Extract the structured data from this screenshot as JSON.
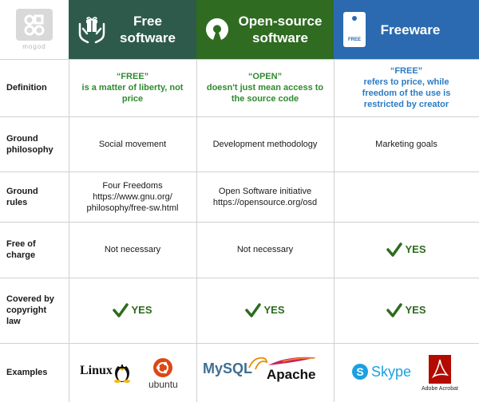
{
  "brand": {
    "name": "mogod"
  },
  "columns": [
    {
      "title_line1": "Free",
      "title_line2": "software",
      "color": "#2e5a4c"
    },
    {
      "title_line1": "Open-source",
      "title_line2": "software",
      "color": "#2f6b21"
    },
    {
      "title_line1": "Freeware",
      "color": "#2b6ab0",
      "tag_text": "FREE"
    }
  ],
  "rows": {
    "definition": {
      "label": "Definition",
      "free": {
        "quote": "“FREE”",
        "line1": "is a matter of liberty, not",
        "line2": "price"
      },
      "open": {
        "quote": "“OPEN”",
        "line1": "doesn't just mean access to",
        "line2": "the source code"
      },
      "ware": {
        "quote": "“FREE”",
        "line1": "refers to price, while",
        "line2": "freedom of the use is",
        "line3": "restricted by creator"
      }
    },
    "philosophy": {
      "label_line1": "Ground",
      "label_line2": "philosophy",
      "free": "Social movement",
      "open": "Development methodology",
      "ware": "Marketing goals"
    },
    "rules": {
      "label_line1": "Ground",
      "label_line2": "rules",
      "free": {
        "line1": "Four Freedoms",
        "line2": "https://www.gnu.org/",
        "line3": "philosophy/free-sw.html"
      },
      "open": {
        "line1": "Open Software initiative",
        "line2": "https://opensource.org/osd"
      },
      "ware": ""
    },
    "charge": {
      "label_line1": "Free of",
      "label_line2": "charge",
      "free": "Not necessary",
      "open": "Not necessary",
      "ware": "YES"
    },
    "copyright": {
      "label_line1": "Covered by",
      "label_line2": "copyright",
      "label_line3": "law",
      "free": "YES",
      "open": "YES",
      "ware": "YES"
    },
    "examples": {
      "label": "Examples",
      "free": [
        "Linux",
        "ubuntu"
      ],
      "open": [
        "MySQL",
        "Apache"
      ],
      "ware": [
        "Skype",
        "Adobe Acrobat"
      ]
    }
  },
  "colors": {
    "definition_green": "#2f8a2f",
    "definition_blue": "#2b7bc4",
    "check_green": "#2e6b1f"
  }
}
